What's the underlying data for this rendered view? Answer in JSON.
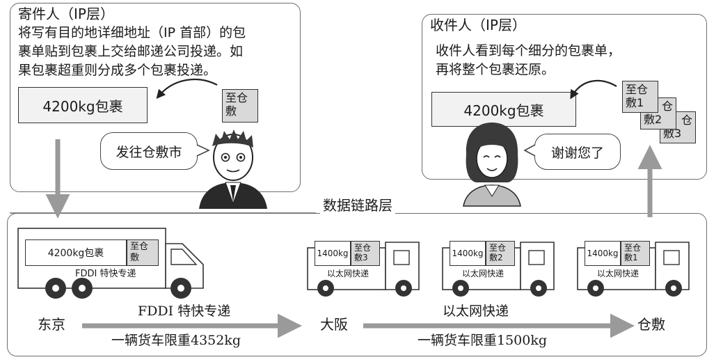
{
  "sender": {
    "title": "寄件人（IP层）",
    "desc_lines": [
      "将写有目的地详细地址（IP 首部）的包",
      "裹单贴到包裹上交给邮递公司投递。如",
      "果包裹超重则分成多个包裹投递。"
    ],
    "package_label": "4200kg包裹",
    "tag_lines": [
      "至仓",
      "敷"
    ],
    "speech": "发往仓敷市"
  },
  "receiver": {
    "title": "收件人（IP层）",
    "desc_lines": [
      "收件人看到每个细分的包裹单，",
      "再将整个包裹还原。"
    ],
    "package_label": "4200kg包裹",
    "tags": [
      {
        "l1": "至仓",
        "l2": "敷1"
      },
      {
        "l1": "仓",
        "l2": "敷2"
      },
      {
        "l1": "仓",
        "l2": "敷3"
      }
    ],
    "speech": "谢谢您了"
  },
  "link_layer": {
    "title": "数据链路层",
    "big_truck": {
      "cargo": "4200kg包裹",
      "tag_l1": "至仓",
      "tag_l2": "敷",
      "label": "FDDI 特快专递"
    },
    "small_trucks": [
      {
        "cargo": "1400kg",
        "tag_l1": "至仓",
        "tag_l2": "敷3",
        "label": "以太网快递"
      },
      {
        "cargo": "1400kg",
        "tag_l1": "至仓",
        "tag_l2": "敷2",
        "label": "以太网快递"
      },
      {
        "cargo": "1400kg",
        "tag_l1": "至仓",
        "tag_l2": "敷1",
        "label": "以太网快递"
      }
    ],
    "cities": {
      "tokyo": "东京",
      "osaka": "大阪",
      "kurashiki": "仓敷"
    },
    "route1": {
      "name": "FDDI 特快专递",
      "limit": "一辆货车限重4352kg"
    },
    "route2": {
      "name": "以太网快递",
      "limit": "一辆货车限重1500kg"
    }
  },
  "colors": {
    "border": "#6d6d6d",
    "arrow": "#9a9a9a",
    "tag_fill": "#d9d9d9",
    "hair_receiver": "#3a3a3a"
  }
}
